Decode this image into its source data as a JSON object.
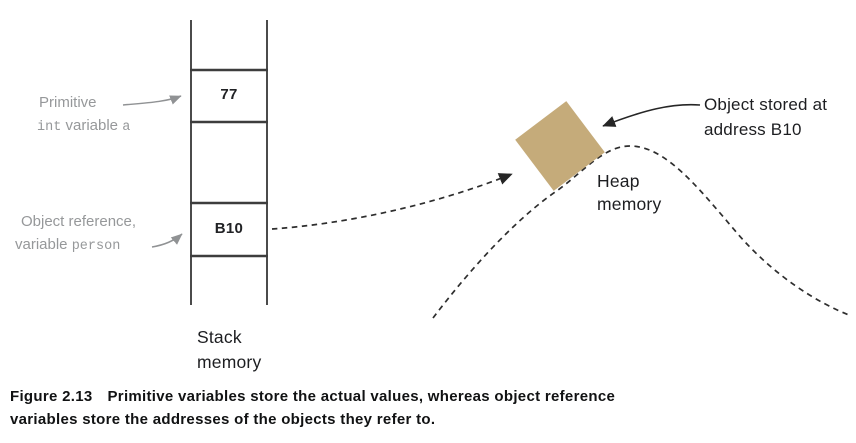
{
  "figure": {
    "stack": {
      "cell1_value": "77",
      "cell2_value": "B10",
      "label_line1": "Stack",
      "label_line2": "memory"
    },
    "heap": {
      "label_line1": "Heap",
      "label_line2": "memory",
      "square_color": "#c5ab7a"
    },
    "annotations": {
      "primitive": {
        "line1": "Primitive",
        "code1": "int",
        "mid": "variable",
        "code2": "a"
      },
      "object_reference": {
        "line1": "Object reference,",
        "pre": "variable",
        "code": "person"
      },
      "object_stored": {
        "line1": "Object stored at",
        "line2": "address B10"
      }
    },
    "caption": {
      "label": "Figure 2.13",
      "line1": "Primitive variables store the actual values, whereas object reference",
      "line2": "variables store the addresses of the objects they refer to."
    },
    "colors": {
      "gray_label": "#96989a",
      "dark_text": "#1d1e21",
      "ladder_line": "#4b4b4b",
      "dash_line": "#2e2e2e"
    }
  }
}
